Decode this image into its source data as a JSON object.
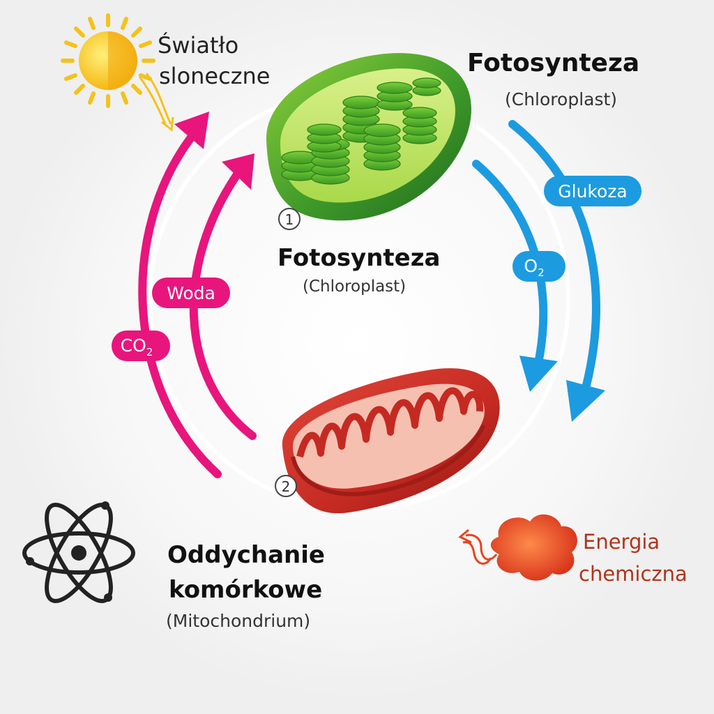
{
  "sunlight": {
    "line1": "Światło",
    "line2": "sloneczne"
  },
  "photosynthesis_top": {
    "title": "Fotosynteza",
    "subtitle": "(Chloroplast)"
  },
  "photosynthesis_center": {
    "title": "Fotosynteza",
    "subtitle": "(Chloroplast)"
  },
  "respiration": {
    "title_line1": "Oddychanie",
    "title_line2": "komórkowe",
    "subtitle": "(Mitochondrium)"
  },
  "energy": {
    "line1": "Energia",
    "line2": "chemiczna"
  },
  "labels": {
    "glucose": "Glukoza",
    "oxygen": "O",
    "oxygen_sub": "2",
    "water": "Woda",
    "co2": "CO",
    "co2_sub": "2"
  },
  "markers": {
    "one": "1",
    "two": "2"
  },
  "colors": {
    "pink_arrow": "#e8157d",
    "blue_arrow": "#1c9be0",
    "chloroplast": "#3f9a2a",
    "mitochondrion": "#c42a22",
    "sun": "#f5c21a",
    "energy_blob": "#e8431e"
  },
  "icons": [
    "sun-icon",
    "atom-icon",
    "energy-blob-icon",
    "chloroplast-illustration",
    "mitochondrion-illustration"
  ]
}
